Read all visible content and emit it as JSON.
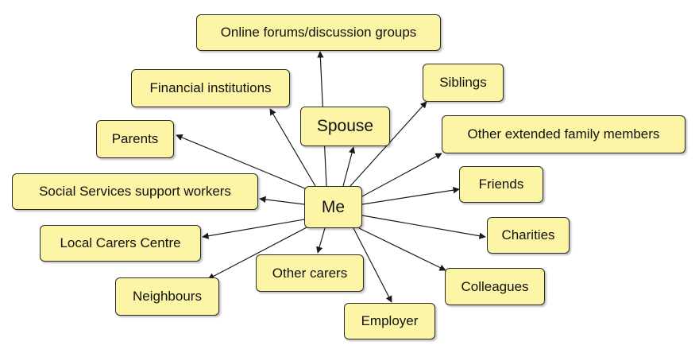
{
  "diagram": {
    "center": {
      "id": "me",
      "label": "Me"
    },
    "nodes": [
      {
        "id": "online",
        "label": "Online forums/discussion groups"
      },
      {
        "id": "financial",
        "label": "Financial institutions"
      },
      {
        "id": "siblings",
        "label": "Siblings"
      },
      {
        "id": "spouse",
        "label": "Spouse"
      },
      {
        "id": "parents",
        "label": "Parents"
      },
      {
        "id": "extended",
        "label": "Other extended family members"
      },
      {
        "id": "social",
        "label": "Social Services support workers"
      },
      {
        "id": "friends",
        "label": "Friends"
      },
      {
        "id": "carers_centre",
        "label": "Local Carers Centre"
      },
      {
        "id": "charities",
        "label": "Charities"
      },
      {
        "id": "other_carers",
        "label": "Other carers"
      },
      {
        "id": "colleagues",
        "label": "Colleagues"
      },
      {
        "id": "neighbours",
        "label": "Neighbours"
      },
      {
        "id": "employer",
        "label": "Employer"
      }
    ],
    "colors": {
      "fill": "#fdf5a6",
      "border": "#2b2b2b",
      "arrow": "#1a1a1a"
    }
  }
}
